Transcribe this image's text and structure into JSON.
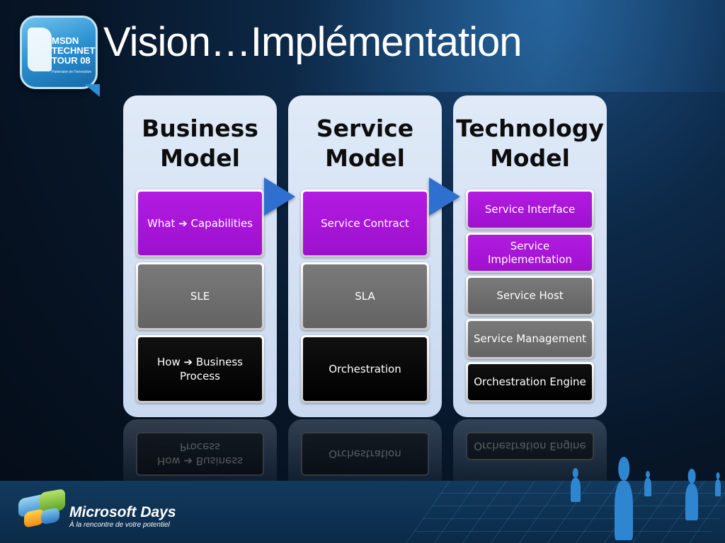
{
  "slide": {
    "title": "Vision…Implémentation"
  },
  "logo": {
    "lines": [
      "MSDN",
      "TECHNET",
      "TOUR 08"
    ],
    "tagline": "Partenaire de l'innovation"
  },
  "columns": [
    {
      "title_lines": [
        "Business",
        "Model"
      ],
      "boxes": [
        {
          "label": "What ➔ Capabilities",
          "color": "purple"
        },
        {
          "label": "SLE",
          "color": "gray"
        },
        {
          "label": "How ➔ Business Process",
          "color": "black"
        }
      ]
    },
    {
      "title_lines": [
        "Service",
        "Model"
      ],
      "boxes": [
        {
          "label": "Service Contract",
          "color": "purple"
        },
        {
          "label": "SLA",
          "color": "gray"
        },
        {
          "label": "Orchestration",
          "color": "black"
        }
      ]
    },
    {
      "title_lines": [
        "Technology",
        "Model"
      ],
      "boxes": [
        {
          "label": "Service Interface",
          "color": "purple"
        },
        {
          "label": "Service Implementation",
          "color": "purple"
        },
        {
          "label": "Service Host",
          "color": "gray"
        },
        {
          "label": "Service Management",
          "color": "gray"
        },
        {
          "label": "Orchestration Engine",
          "color": "black"
        }
      ]
    }
  ],
  "footer": {
    "brand": "Microsoft Days",
    "tagline": "À la rencontre de votre potentiel"
  },
  "colors": {
    "purple": "#a714d6",
    "gray": "#6e6e6e",
    "black": "#000000",
    "arrow": "#2f6fd0",
    "column_bg": "#d3e0f3"
  },
  "icons": [
    "msdn-technet-tour-logo",
    "right-arrow-icon",
    "microsoft-days-logo",
    "people-silhouettes"
  ]
}
